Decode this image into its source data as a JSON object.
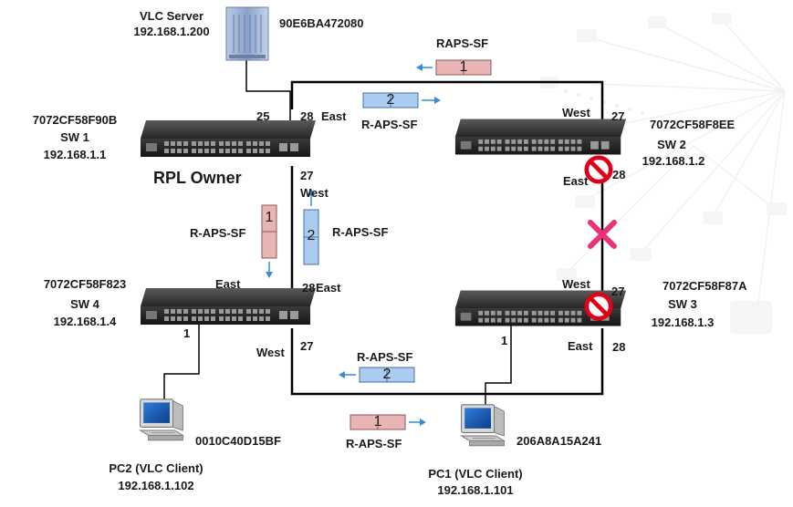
{
  "vlc_server": {
    "name": "VLC Server",
    "ip": "192.168.1.200",
    "mac": "90E6BA472080"
  },
  "switches": {
    "sw1": {
      "mac": "7072CF58F90B",
      "name": "SW 1",
      "ip": "192.168.1.1",
      "role": "RPL Owner",
      "port_uplink": "25",
      "port_east": "28",
      "east_label": "East",
      "port_west": "27",
      "west_label": "West"
    },
    "sw2": {
      "mac": "7072CF58F8EE",
      "name": "SW 2",
      "ip": "192.168.1.2",
      "west_label": "West",
      "port_west": "27",
      "east_label": "East",
      "port_east": "28"
    },
    "sw3": {
      "mac": "7072CF58F87A",
      "name": "SW 3",
      "ip": "192.168.1.3",
      "west_label": "West",
      "port_west": "27",
      "port_access": "1",
      "east_label": "East",
      "port_east": "28"
    },
    "sw4": {
      "mac": "7072CF58F823",
      "name": "SW 4",
      "ip": "192.168.1.4",
      "east_label": "East",
      "port_east": "28",
      "port_access": "1",
      "west_label": "West",
      "port_west": "27"
    }
  },
  "pcs": {
    "pc1": {
      "name": "PC1 (VLC Client)",
      "ip": "192.168.1.101",
      "mac": "206A8A15A241"
    },
    "pc2": {
      "name": "PC2 (VLC Client)",
      "ip": "192.168.1.102",
      "mac": "0010C40D15BF"
    }
  },
  "messages": [
    {
      "label": "RAPS-SF",
      "num": "1",
      "color": "pink"
    },
    {
      "label": "R-APS-SF",
      "num": "2",
      "color": "blue"
    },
    {
      "label": "R-APS-SF",
      "num": "1",
      "color": "pink"
    },
    {
      "label": "R-APS-SF",
      "num": "2",
      "color": "blue"
    },
    {
      "label": "R-APS-SF",
      "num": "2",
      "color": "blue"
    },
    {
      "label": "R-APS-SF",
      "num": "1",
      "color": "pink"
    }
  ],
  "colors": {
    "pink": "#e8b4b4",
    "blue": "#a9ccf0",
    "arrow": "#3a8bd6",
    "block": "#e0001a",
    "fail": "#e8337a"
  },
  "icons": [
    "server-icon",
    "switch-icon",
    "pc-icon",
    "block-icon",
    "link-failure-icon",
    "arrow-icon"
  ]
}
